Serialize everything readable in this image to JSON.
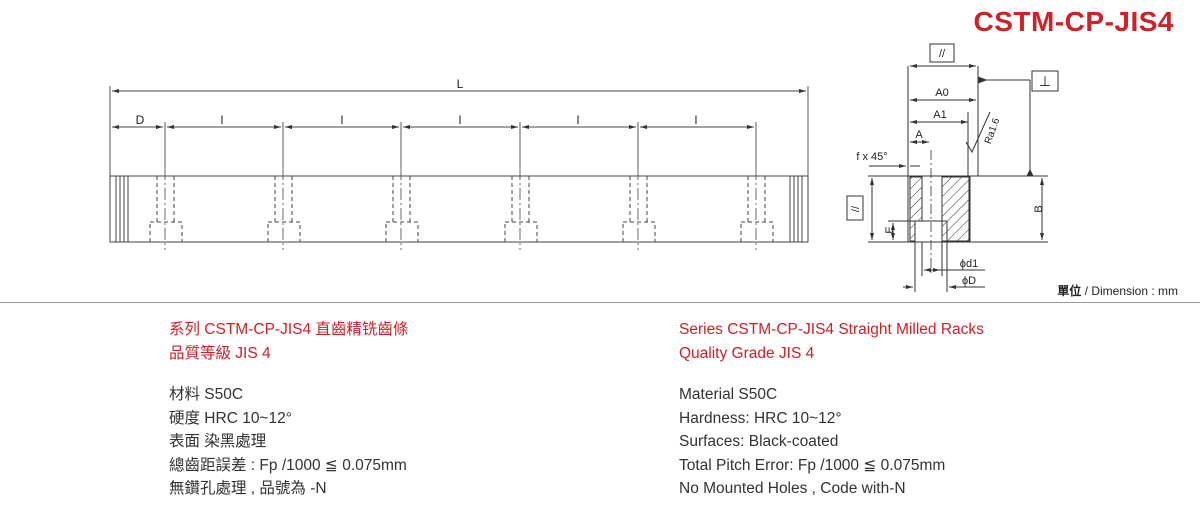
{
  "product_code": "CSTM-CP-JIS4",
  "drawing": {
    "labels": {
      "L": "L",
      "D": "D",
      "pitch": "l",
      "A0": "A0",
      "A1": "A1",
      "A": "A",
      "B": "B",
      "E": "E",
      "chamfer": "f x 45°",
      "roughness": "Ra1.6",
      "parallel": "//",
      "perpendicular": "⊥",
      "d1": "ϕd1",
      "bigD": "ϕD"
    }
  },
  "dimension_unit_cn": "單位",
  "dimension_unit_en": " / Dimension : mm",
  "chinese": {
    "title_line1": "系列 CSTM-CP-JIS4  直齒精铣齒條",
    "title_line2": "品質等級 JIS 4",
    "specs": [
      "材料 S50C",
      "硬度 HRC 10~12°",
      "表面 染黑處理",
      "總齒距誤差 : Fp /1000 ≦ 0.075mm",
      "無鑽孔處理 , 品號為 -N"
    ]
  },
  "english": {
    "title_line1": "Series CSTM-CP-JIS4 Straight Milled Racks",
    "title_line2": "Quality Grade JIS 4",
    "specs": [
      "Material S50C",
      "Hardness: HRC 10~12°",
      "Surfaces: Black-coated",
      "Total Pitch Error: Fp /1000 ≦ 0.075mm",
      "No Mounted Holes , Code with-N"
    ]
  }
}
